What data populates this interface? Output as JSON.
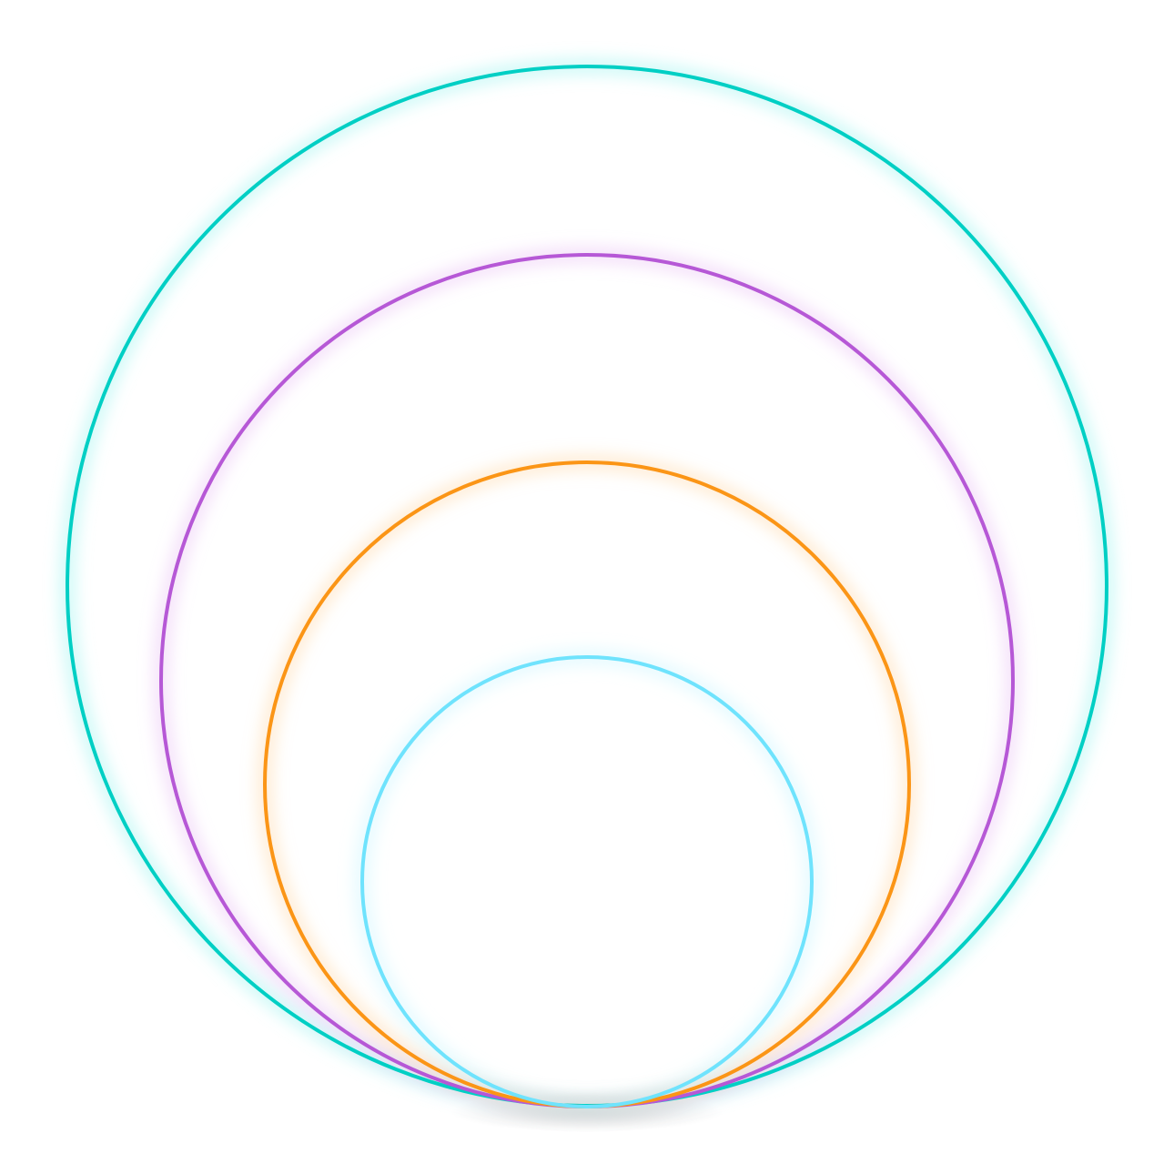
{
  "background_color": "#ffffff",
  "rings": [
    {
      "name": "outer-ring",
      "color": "#00cfc4",
      "glow_color": "#8ff2ee"
    },
    {
      "name": "second-ring",
      "color": "#b658d6",
      "glow_color": "#e7b8f3"
    },
    {
      "name": "third-ring",
      "color": "#fb9516",
      "glow_color": "#ffd49e"
    },
    {
      "name": "inner-ring",
      "color": "#6fe3fd",
      "glow_color": "#c3f4ff"
    }
  ],
  "contact_shadow_color": "#9a9a9a"
}
